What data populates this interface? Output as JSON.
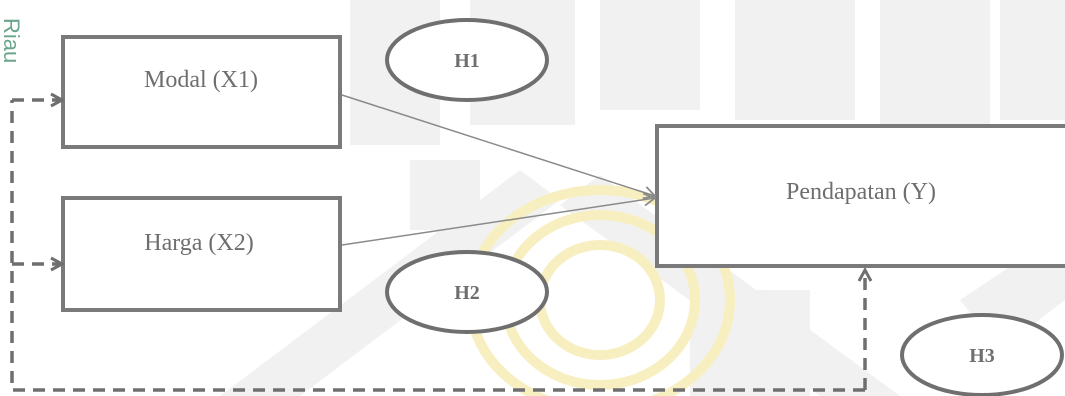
{
  "side_text": "Riau",
  "variables": {
    "x1": "Modal (X1)",
    "x2": "Harga (X2)",
    "y": "Pendapatan (Y)"
  },
  "hypotheses": {
    "h1": "H1",
    "h2": "H2",
    "h3": "H3"
  },
  "colors": {
    "box_stroke": "#7a7a7a",
    "arrow_stroke": "#8a8a8a",
    "dashed_stroke": "#6f6f6f",
    "watermark": "#f1f1f1",
    "watermark_center": "#f8efc0",
    "side_text": "#6aa58c"
  }
}
